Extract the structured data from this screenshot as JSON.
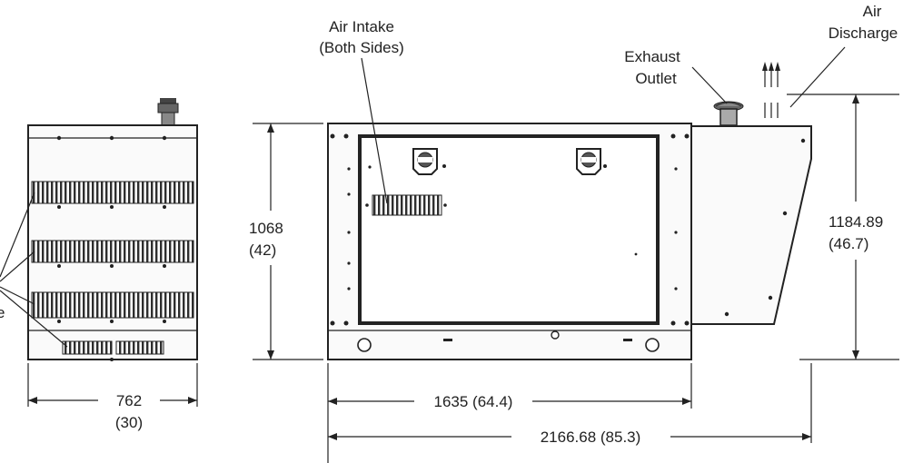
{
  "labels": {
    "air_intake_line1": "Air Intake",
    "air_intake_line2": "(Both Sides)",
    "exhaust_line1": "Exhaust",
    "exhaust_line2": "Outlet",
    "air_discharge_line1": "Air",
    "air_discharge_line2": "Discharge",
    "cut_letter": "e"
  },
  "dimensions": {
    "height_front_mm": "1068",
    "height_front_in": "(42)",
    "height_total_mm": "1184.89",
    "height_total_in": "(46.7)",
    "width_side_mm": "762",
    "width_side_in": "(30)",
    "length_enclosure": "1635 (64.4)",
    "length_total": "2166.68 (85.3)"
  }
}
